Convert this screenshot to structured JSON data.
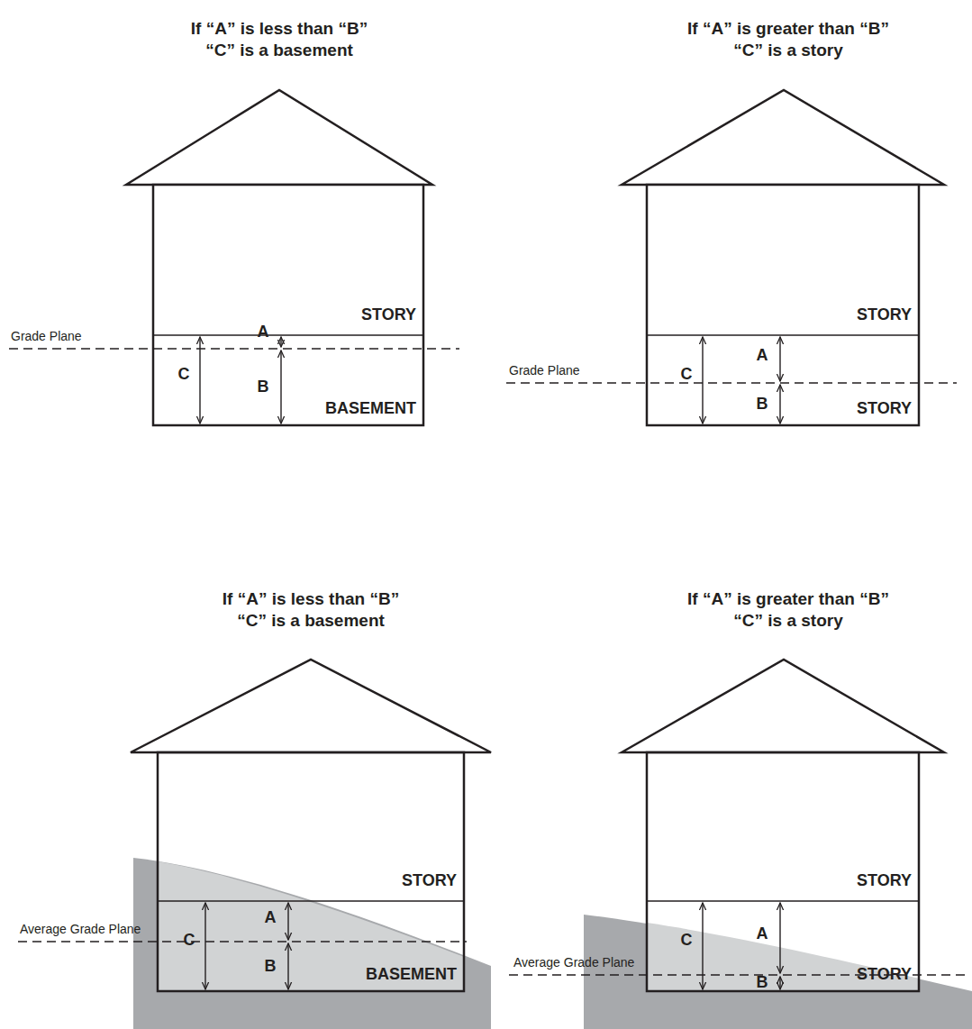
{
  "diagram": {
    "labels": [
      "If “A” is less than “B”",
      "“C” is a basement",
      "STORY",
      "Grade Plane",
      "A",
      "C",
      "B",
      "BASEMENT",
      "If “A” is greater than “B”",
      "“C” is a story",
      "STORY",
      "Grade Plane",
      "A",
      "C",
      "B",
      "STORY",
      "If “A” is less than “B”",
      "“C” is a basement",
      "STORY",
      "Average Grade Plane",
      "A",
      "C",
      "B",
      "BASEMENT",
      "If “A” is greater than “B”",
      "“C” is a story",
      "STORY",
      "Average Grade Plane",
      "A",
      "C",
      "B",
      "STORY"
    ]
  }
}
